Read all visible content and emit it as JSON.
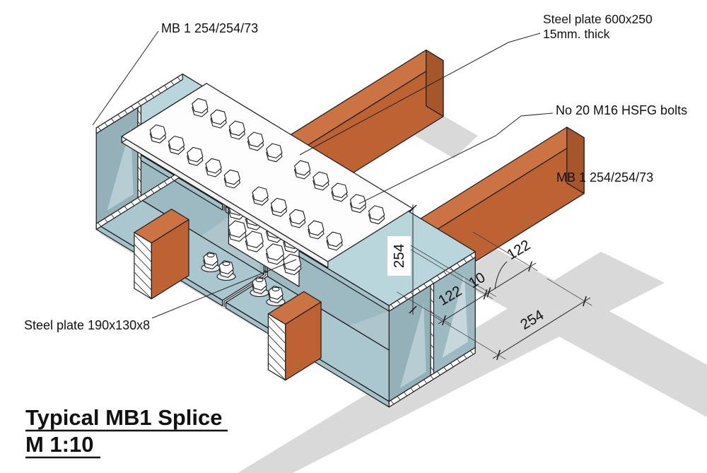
{
  "annotations": {
    "beam_top_left": "MB 1 254/254/73",
    "plate_top_line1": "Steel plate 600x250",
    "plate_top_line2": "15mm. thick",
    "bolts": "No 20 M16 HSFG bolts",
    "beam_right": "MB 1 254/254/73",
    "plate_web": "Steel plate 190x130x8"
  },
  "dimensions": {
    "beam_depth": "254",
    "flange_half_left": "122",
    "web_thickness": "10",
    "flange_half_right": "122",
    "flange_width": "254"
  },
  "title": {
    "name": "Typical MB1 Splice",
    "scale": "M 1:10"
  },
  "colors": {
    "steel_flange": "#b9d6dd",
    "steel_web": "#9db9c1",
    "steel_edge": "#a4c0c8",
    "steel_band": "#aac7cf",
    "steel_band_back": "#a9c5cd",
    "steel_inner": "#94b0b8",
    "timber_top": "#cb7342",
    "timber_side": "#bc6233",
    "timber_end": "#a5562b",
    "plate": "#fdfdfd",
    "shadow": "#d9d9d9",
    "line": "#1a1a1a",
    "washer": "#e8eef0"
  }
}
